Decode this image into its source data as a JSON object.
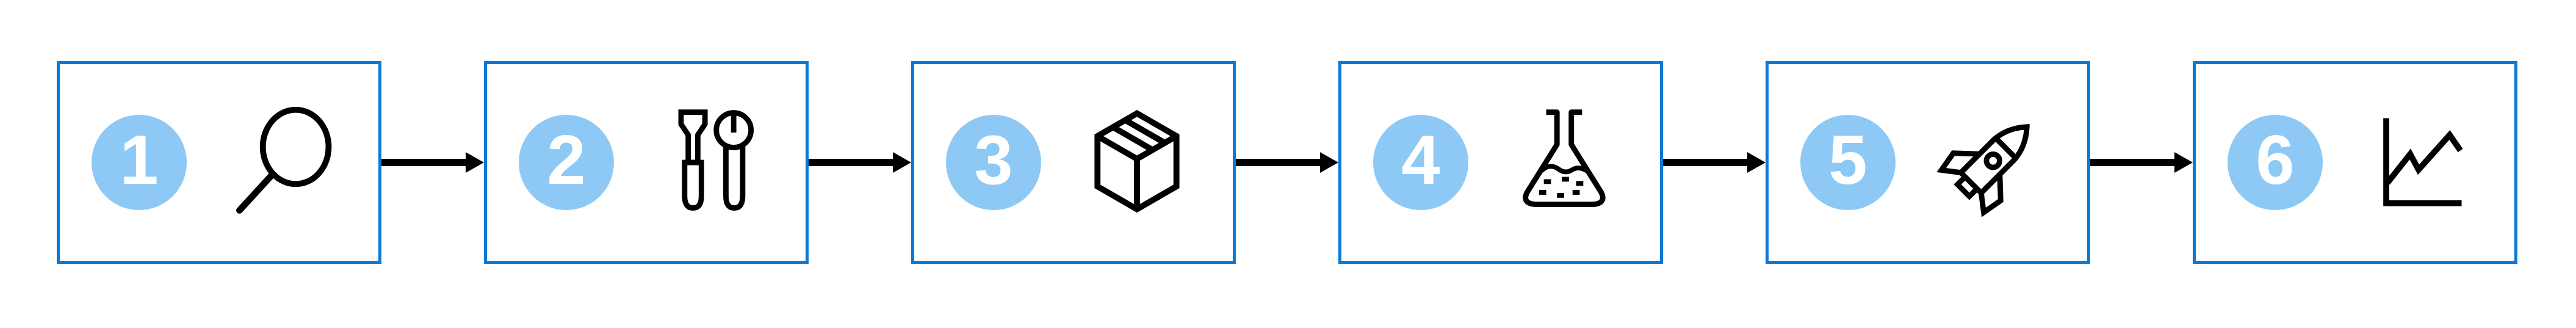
{
  "canvas": {
    "background": "#ffffff",
    "border_color": "#0b79d8",
    "badge_color": "#8ec9f5",
    "badge_text_color": "#ffffff",
    "arrow_color": "#000000",
    "icon_stroke": "#000000"
  },
  "steps": [
    {
      "number": "1",
      "icon": "search-magnifier-icon"
    },
    {
      "number": "2",
      "icon": "tools-screwdriver-wrench-icon"
    },
    {
      "number": "3",
      "icon": "package-box-icon"
    },
    {
      "number": "4",
      "icon": "flask-experiment-icon"
    },
    {
      "number": "5",
      "icon": "rocket-launch-icon"
    },
    {
      "number": "6",
      "icon": "line-chart-growth-icon"
    }
  ]
}
